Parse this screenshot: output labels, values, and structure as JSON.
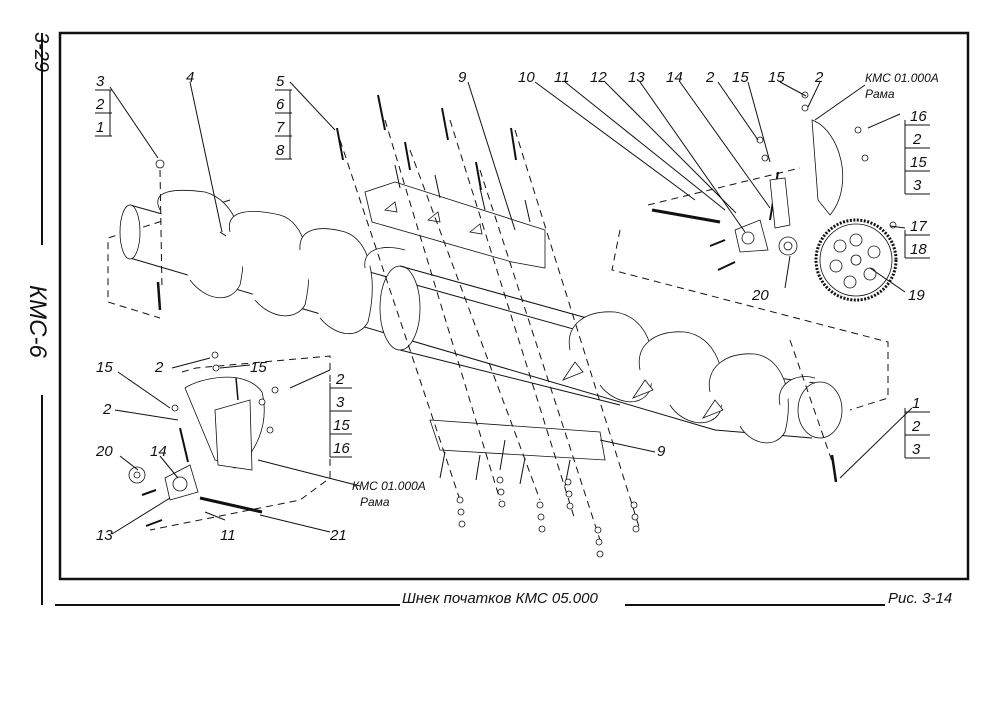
{
  "sheet": {
    "page_number": "3-29",
    "model_side": "КМС-6",
    "title": "Шнек початков КМС 05.000",
    "figure": "Рис. 3-14"
  },
  "frame_ref_code": "КМС 01.000А",
  "frame_ref_name": "Рама",
  "callouts": {
    "c3a": "3",
    "c2a": "2",
    "c1a": "1",
    "c4": "4",
    "c5": "5",
    "c6": "6",
    "c7": "7",
    "c8": "8",
    "c9a": "9",
    "c10": "10",
    "c11a": "11",
    "c12": "12",
    "c13a": "13",
    "c14a": "14",
    "c2b": "2",
    "c15a": "15",
    "c15b": "15",
    "c2c": "2",
    "c16a": "16",
    "c2d": "2",
    "c15c": "15",
    "c3b": "3",
    "c17": "17",
    "c18": "18",
    "c19": "19",
    "c20a": "20",
    "c15d": "15",
    "c2e": "2",
    "c15e": "15",
    "c2f": "2",
    "c2g": "2",
    "c3c": "3",
    "c15f": "15",
    "c16b": "16",
    "c20b": "20",
    "c14b": "14",
    "c13b": "13",
    "c11b": "11",
    "c21": "21",
    "c9b": "9",
    "c1b": "1",
    "c2h": "2",
    "c3d": "3"
  }
}
